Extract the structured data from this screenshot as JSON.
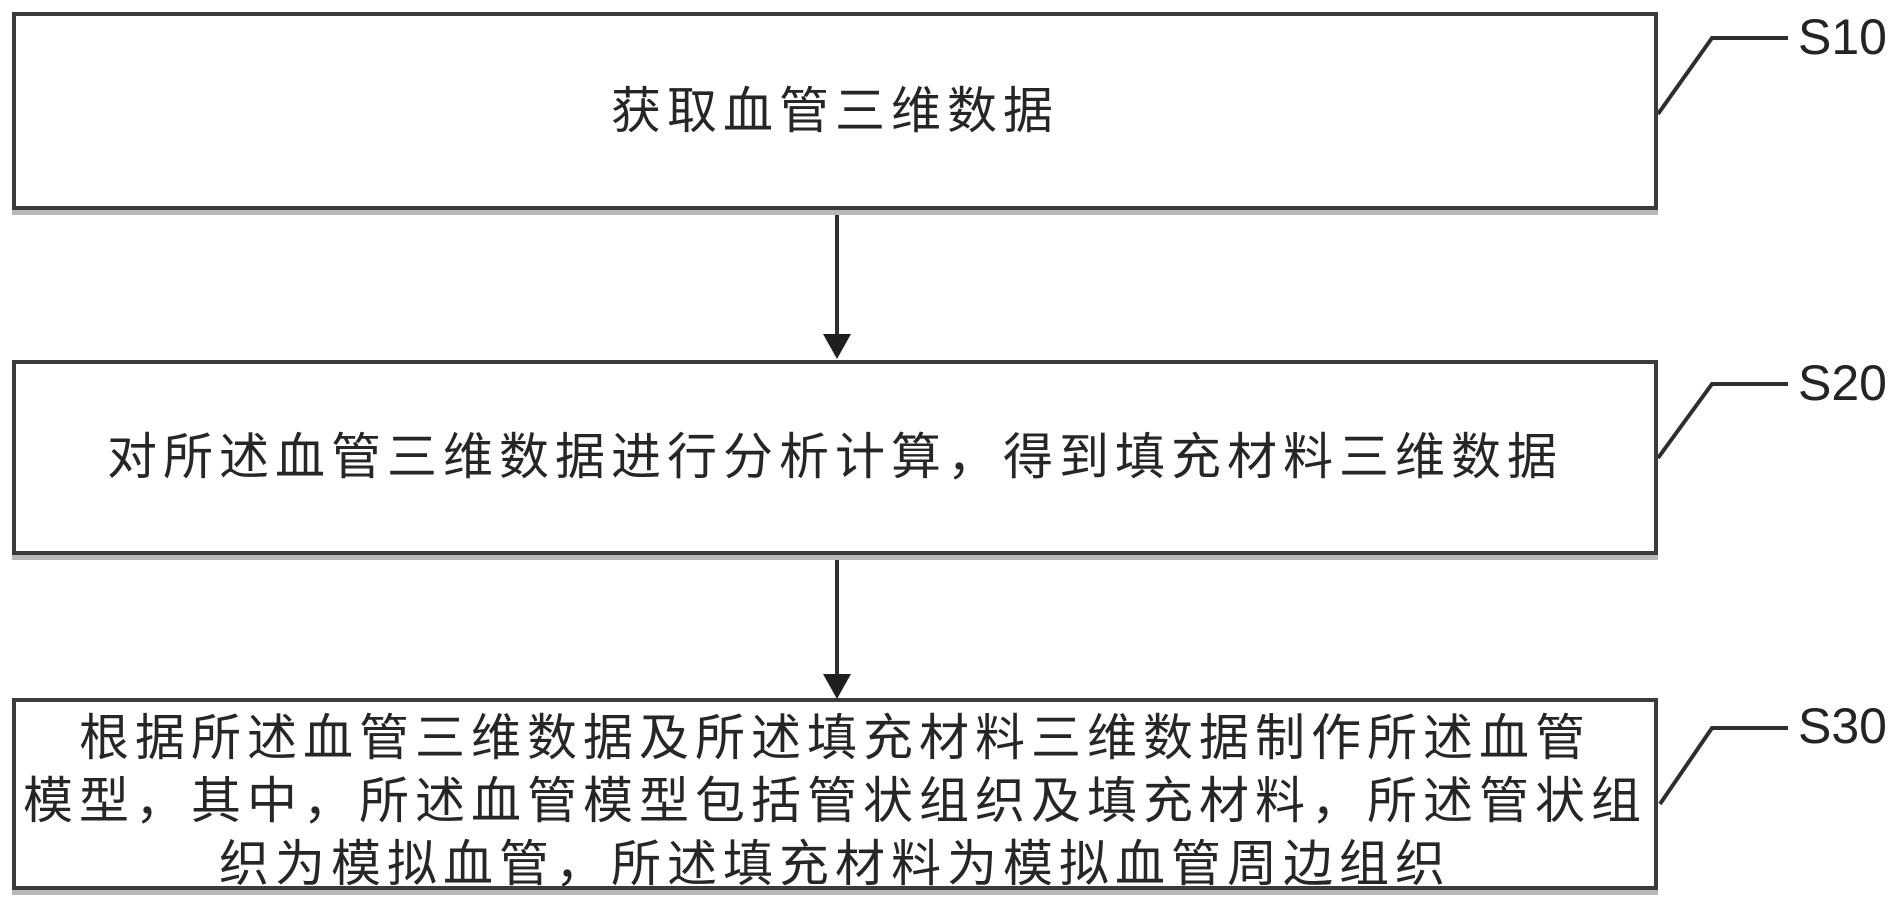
{
  "figure": {
    "type": "flowchart",
    "background_color": "#ffffff",
    "box_border_color": "#3b3b3b",
    "connector_color": "#2e2e2e",
    "text_color": "#262626"
  },
  "steps": [
    {
      "label": "S10",
      "lines": [
        "获取血管三维数据"
      ]
    },
    {
      "label": "S20",
      "lines": [
        "对所述血管三维数据进行分析计算，得到填充材料三维数据"
      ]
    },
    {
      "label": "S30",
      "lines": [
        "根据所述血管三维数据及所述填充材料三维数据制作所述血管",
        "模型，其中，所述血管模型包括管状组织及填充材料，所述管状组",
        "织为模拟血管，所述填充材料为模拟血管周边组织"
      ]
    }
  ]
}
